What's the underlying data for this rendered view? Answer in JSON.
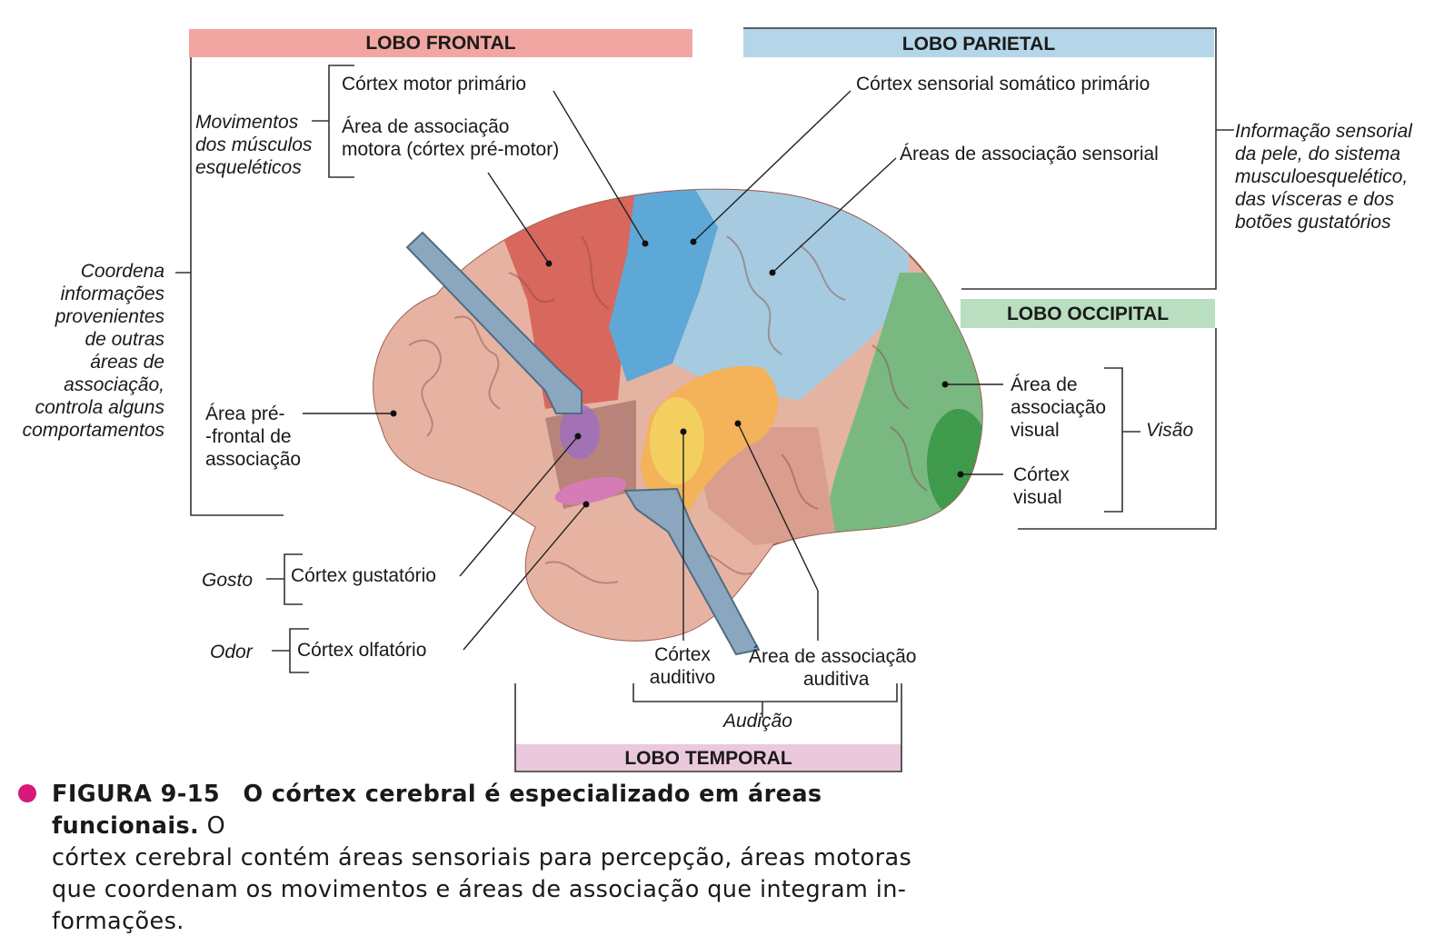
{
  "lobes": {
    "frontal": {
      "title": "LOBO FRONTAL",
      "color": "#f2a6a1"
    },
    "parietal": {
      "title": "LOBO PARIETAL",
      "color": "#b5d6e8"
    },
    "occipital": {
      "title": "LOBO OCCIPITAL",
      "color": "#b9dfc0"
    },
    "temporal": {
      "title": "LOBO TEMPORAL",
      "color": "#ebc9dc"
    }
  },
  "labels": {
    "motor_primary": "Córtex motor primário",
    "motor_assoc_1": "Área de associação",
    "motor_assoc_2": "motora (córtex pré-motor)",
    "movements": [
      "Movimentos",
      "dos músculos",
      "esqueléticos"
    ],
    "coordinate": [
      "Coordena",
      "informações",
      "provenientes",
      "de outras",
      "áreas de",
      "associação,",
      "controla alguns",
      "comportamentos"
    ],
    "prefrontal": [
      "Área pré-",
      "-frontal de",
      "associação"
    ],
    "taste": "Gosto",
    "gustatory": "Córtex gustatório",
    "odor": "Odor",
    "olfactory": "Córtex olfatório",
    "somatosensory": "Córtex sensorial somático primário",
    "sensory_assoc": "Áreas de associação sensorial",
    "sensory_info": [
      "Informação sensorial",
      "da pele, do sistema",
      "musculoesquelético,",
      "das vísceras e dos",
      "botões gustatórios"
    ],
    "visual_assoc": [
      "Área de",
      "associação",
      "visual"
    ],
    "visual_cortex": [
      "Córtex",
      "visual"
    ],
    "vision": "Visão",
    "auditory_cortex": [
      "Córtex",
      "auditivo"
    ],
    "auditory_assoc": [
      "Área de associação",
      "auditiva"
    ],
    "hearing": "Audição"
  },
  "caption": {
    "figure_label": "FIGURA 9-15",
    "bold_title": "O córtex cerebral é especializado em áreas funcionais.",
    "lines": [
      "O",
      "córtex cerebral contém áreas sensoriais para percepção, áreas motoras",
      "que coordenam os movimentos e áreas de associação que integram in-",
      "formações."
    ],
    "bullet_color": "#d6197a"
  }
}
